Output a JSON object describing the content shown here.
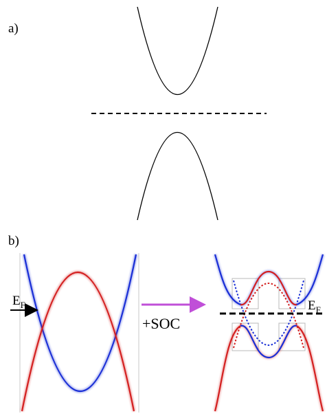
{
  "panel_a": {
    "label": "a)"
  },
  "panel_b": {
    "label": "b)",
    "fermi_left": {
      "main": "E",
      "sub": "F"
    },
    "fermi_right": {
      "main": "E",
      "sub": "F"
    },
    "arrow_text": "+SOC"
  },
  "colors": {
    "band_blue": "#1a2fd6",
    "band_red": "#d42020",
    "arrow_magenta": "#c04fd8",
    "box_gray": "#b8b8b8",
    "line_black": "#000000"
  }
}
